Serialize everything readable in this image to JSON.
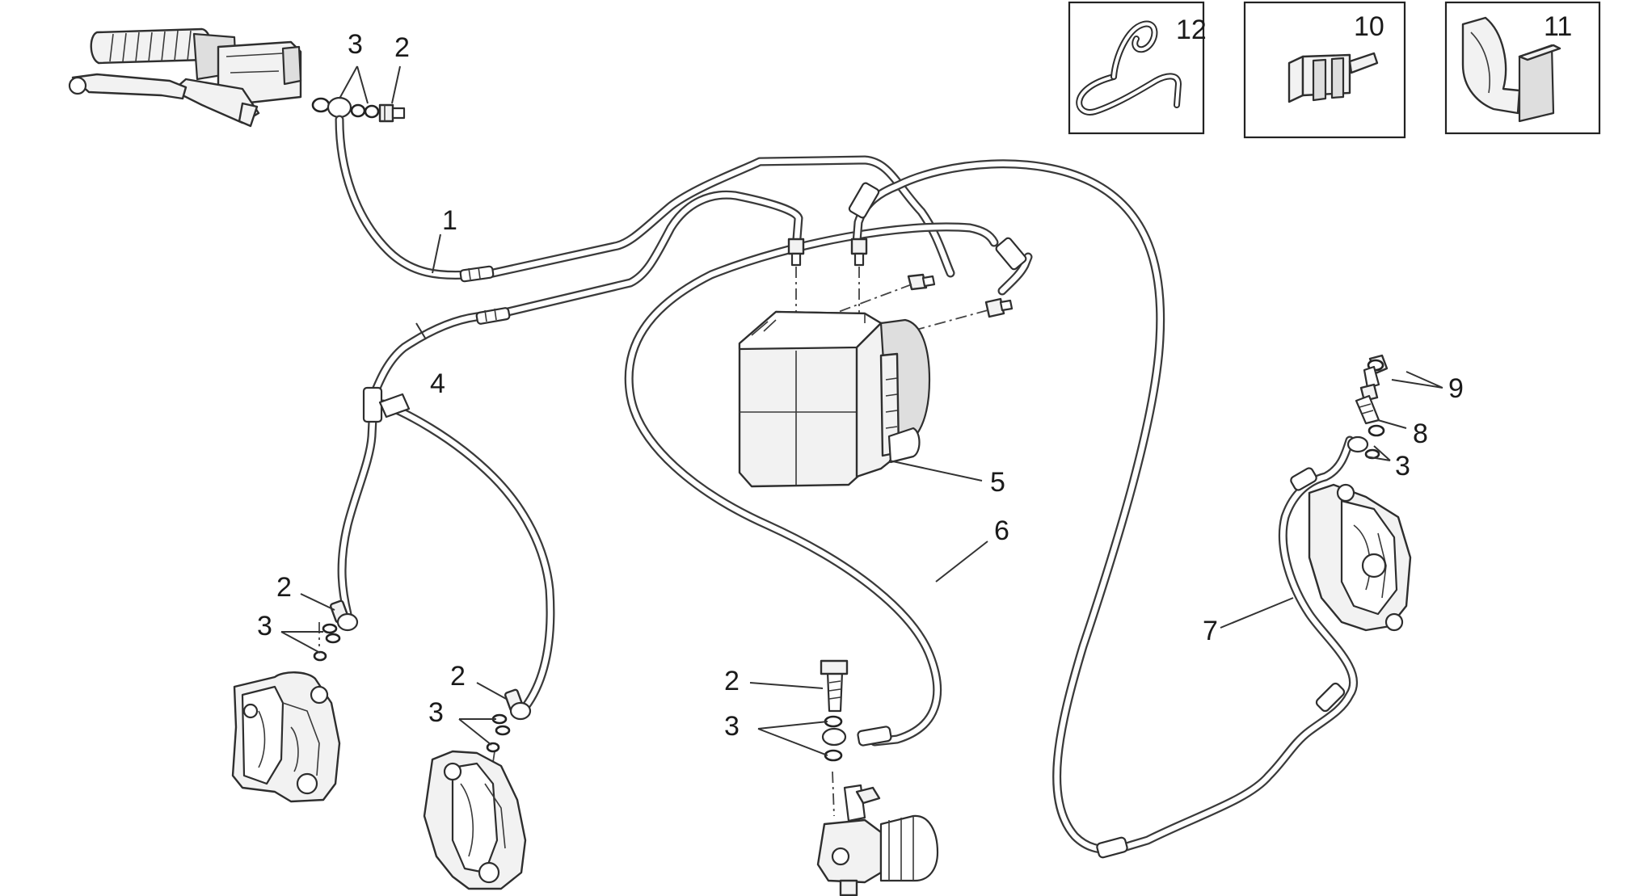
{
  "callouts": [
    {
      "id": "c1",
      "text": "1"
    },
    {
      "id": "c2a",
      "text": "2"
    },
    {
      "id": "c3a",
      "text": "3"
    },
    {
      "id": "c4",
      "text": "4"
    },
    {
      "id": "c5",
      "text": "5"
    },
    {
      "id": "c6",
      "text": "6"
    },
    {
      "id": "c7",
      "text": "7"
    },
    {
      "id": "c8",
      "text": "8"
    },
    {
      "id": "c9",
      "text": "9"
    },
    {
      "id": "c3b",
      "text": "3"
    },
    {
      "id": "c2b",
      "text": "2"
    },
    {
      "id": "c3c",
      "text": "3"
    },
    {
      "id": "c2c",
      "text": "2"
    },
    {
      "id": "c3d",
      "text": "3"
    },
    {
      "id": "c2d",
      "text": "2"
    },
    {
      "id": "c3e",
      "text": "3"
    }
  ],
  "insets": [
    {
      "id": "i12",
      "text": "12"
    },
    {
      "id": "i10",
      "text": "10"
    },
    {
      "id": "i11",
      "text": "11"
    }
  ]
}
